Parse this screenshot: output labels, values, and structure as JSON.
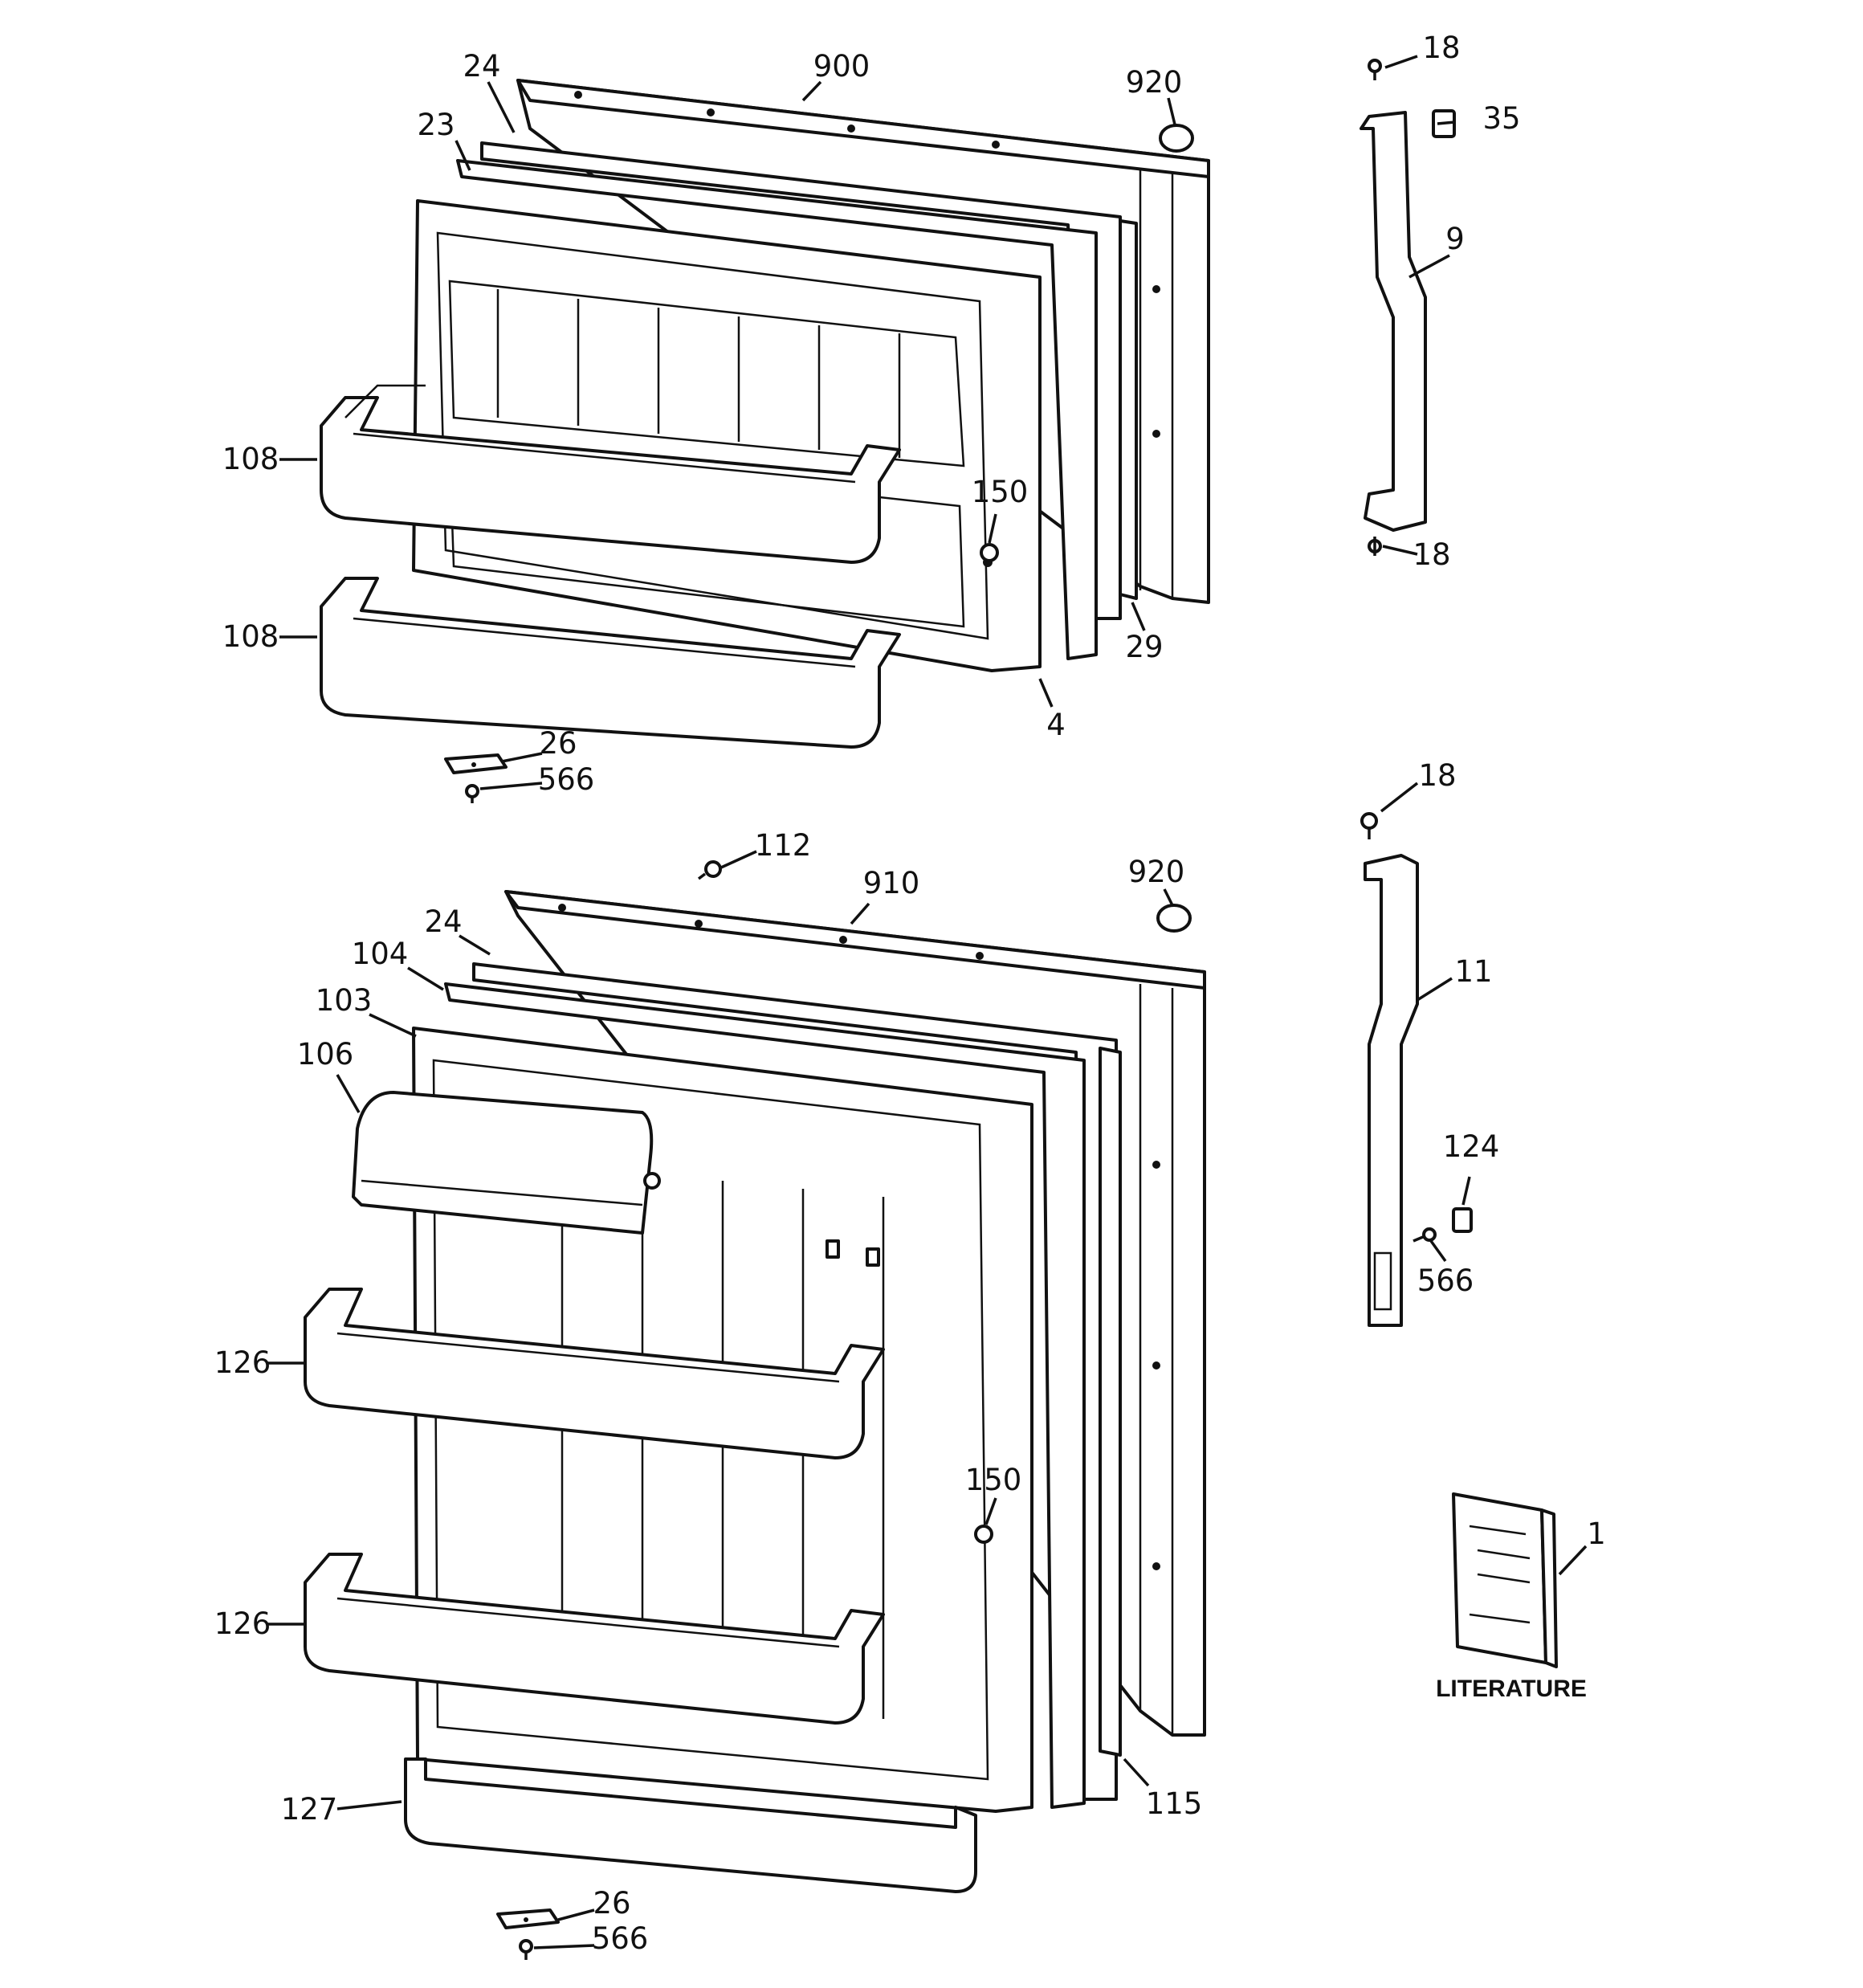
{
  "callouts": [
    {
      "id": "c900",
      "text": "900"
    },
    {
      "id": "c24a",
      "text": "24"
    },
    {
      "id": "c920a",
      "text": "920"
    },
    {
      "id": "c23",
      "text": "23"
    },
    {
      "id": "c108a",
      "text": "108"
    },
    {
      "id": "c108b",
      "text": "108"
    },
    {
      "id": "c150a",
      "text": "150"
    },
    {
      "id": "c29",
      "text": "29"
    },
    {
      "id": "c4",
      "text": "4"
    },
    {
      "id": "c26a",
      "text": "26"
    },
    {
      "id": "c566a",
      "text": "566"
    },
    {
      "id": "c18a",
      "text": "18"
    },
    {
      "id": "c35",
      "text": "35"
    },
    {
      "id": "c9",
      "text": "9"
    },
    {
      "id": "c18b",
      "text": "18"
    },
    {
      "id": "c18c",
      "text": "18"
    },
    {
      "id": "c112",
      "text": "112"
    },
    {
      "id": "c910",
      "text": "910"
    },
    {
      "id": "c920b",
      "text": "920"
    },
    {
      "id": "c24b",
      "text": "24"
    },
    {
      "id": "c104",
      "text": "104"
    },
    {
      "id": "c103",
      "text": "103"
    },
    {
      "id": "c106",
      "text": "106"
    },
    {
      "id": "c11",
      "text": "11"
    },
    {
      "id": "c124",
      "text": "124"
    },
    {
      "id": "c566b",
      "text": "566"
    },
    {
      "id": "c126a",
      "text": "126"
    },
    {
      "id": "c150b",
      "text": "150"
    },
    {
      "id": "c126b",
      "text": "126"
    },
    {
      "id": "c1",
      "text": "1"
    },
    {
      "id": "c127",
      "text": "127"
    },
    {
      "id": "c115",
      "text": "115"
    },
    {
      "id": "c26b",
      "text": "26"
    },
    {
      "id": "c566c",
      "text": "566"
    }
  ],
  "literature_label": "LITERATURE"
}
